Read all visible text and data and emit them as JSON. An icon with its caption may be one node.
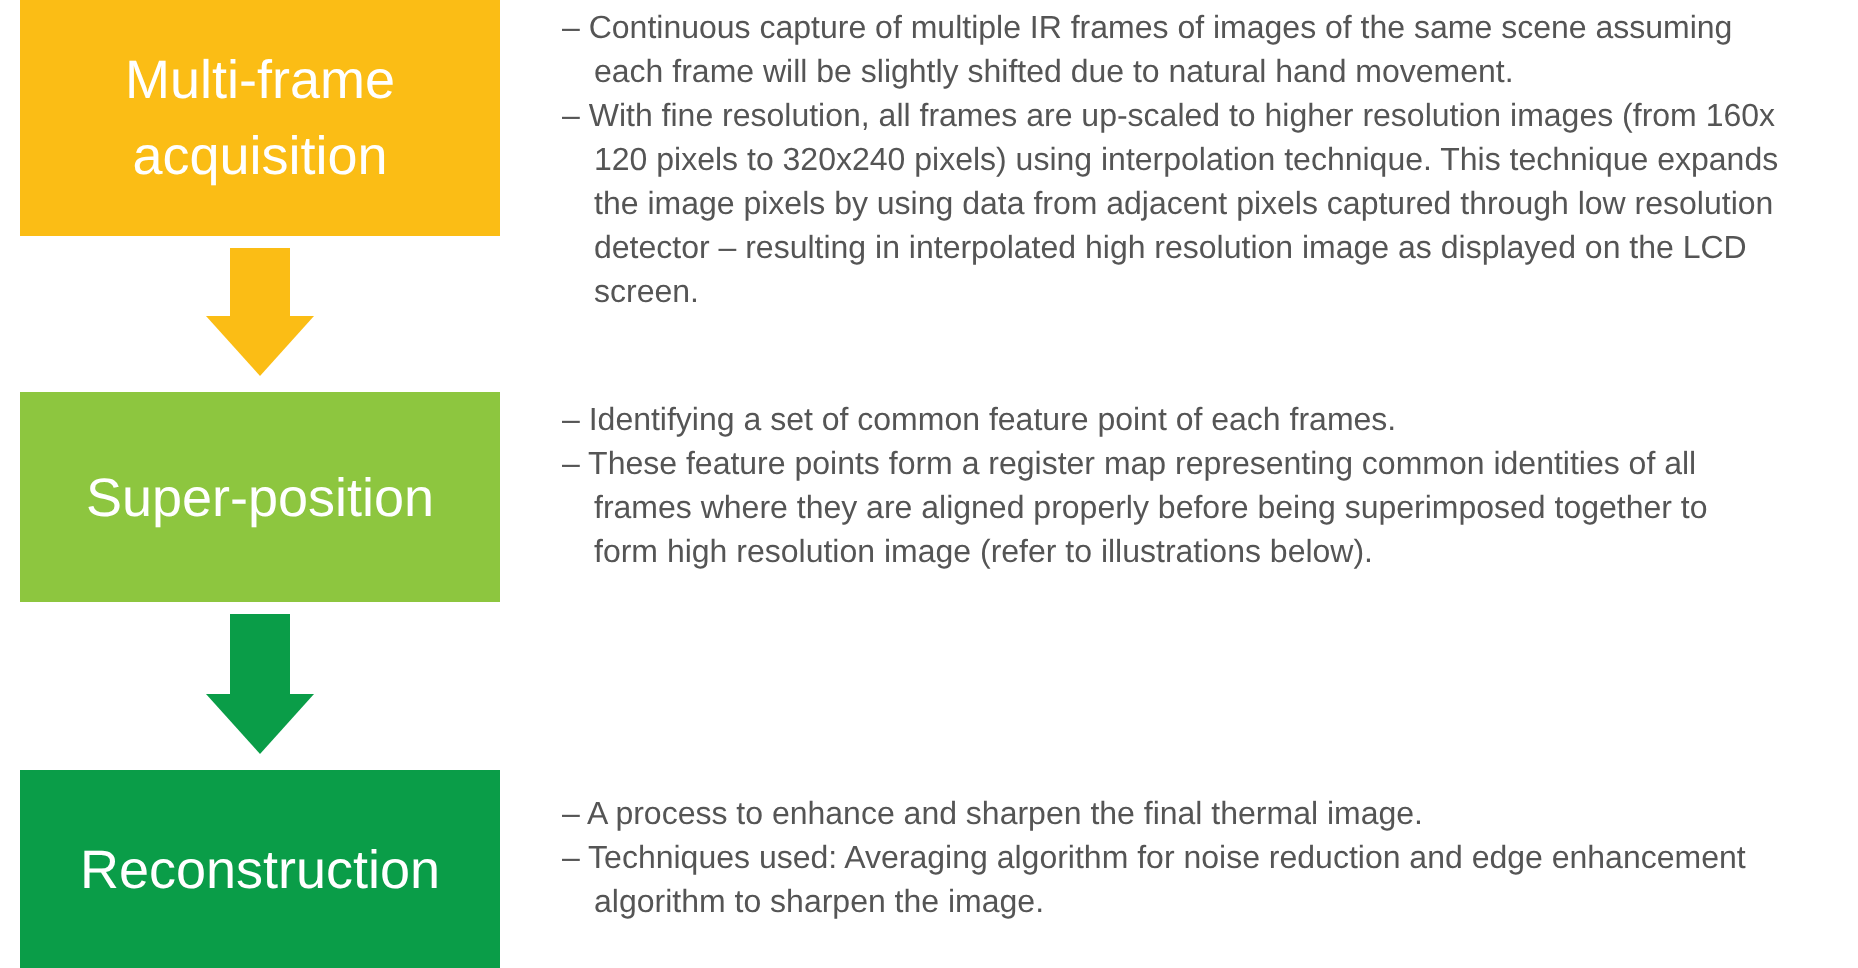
{
  "diagram": {
    "nodes": [
      {
        "text": [
          "Multi-frame acquisition"
        ],
        "beside": [
          "– Continuous capture of multiple IR frames of images of the same scene assuming each frame will be slightly shifted due to natural hand movement.",
          "– With fine resolution, all frames are up-scaled to higher resolution images (from 160x 120 pixels to 320x240 pixels) using interpolation technique. This technique expands the image pixels by using data from adjacent pixels captured through low resolution detector – resulting in interpolated high resolution image as displayed on the LCD screen."
        ]
      },
      {
        "text": [
          "Super-position"
        ],
        "beside": [
          "– Identifying a set of common feature point of each frames.",
          "– These feature points form a register map representing common identities of all frames where they are aligned properly before being superimposed together to form high resolution image  (refer to illustrations below)."
        ]
      },
      {
        "text": [
          "Reconstruction"
        ],
        "beside": [
          "– A process to enhance and sharpen the final thermal image.",
          "– Techniques used: Averaging algorithm for noise reduction and edge enhancement algorithm to sharpen the image."
        ]
      }
    ],
    "edges": [
      {
        "from": 0,
        "to": 1,
        "arrow": "to",
        "color": "#fbbd15"
      },
      {
        "from": 1,
        "to": 2,
        "arrow": "to",
        "color": "#0a9d48"
      }
    ]
  }
}
